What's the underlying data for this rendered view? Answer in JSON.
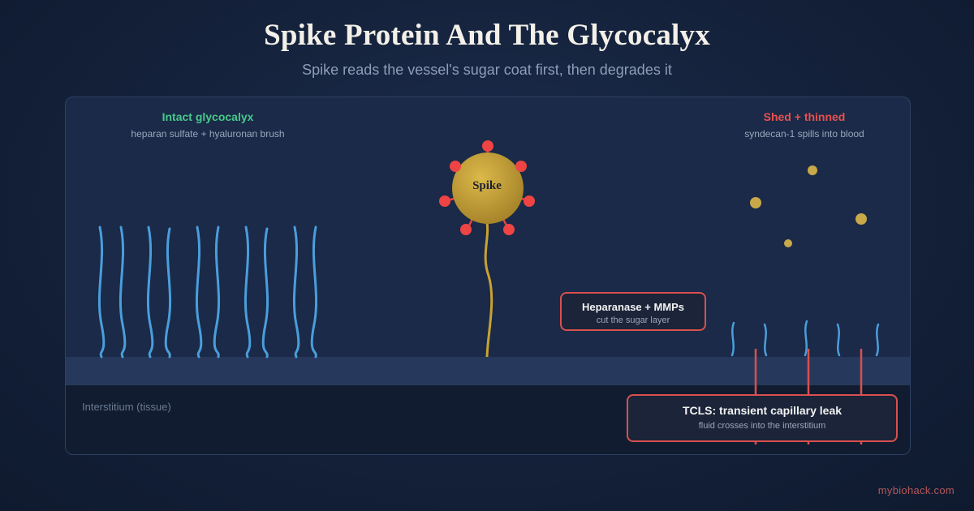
{
  "header": {
    "title": "Spike Protein And The Glycocalyx",
    "subtitle": "Spike reads the vessel's sugar coat first, then degrades it"
  },
  "left_region": {
    "title": "Intact glycocalyx",
    "subtitle": "heparan sulfate + hyaluronan brush"
  },
  "right_region": {
    "title": "Shed + thinned",
    "subtitle": "syndecan-1 spills into blood"
  },
  "spike": {
    "label": "Spike"
  },
  "enzymes": {
    "title": "Heparanase + MMPs",
    "subtitle": "cut the sugar layer"
  },
  "tissue": {
    "label": "Interstitium (tissue)"
  },
  "leak": {
    "title": "TCLS: transient capillary leak",
    "subtitle": "fluid crosses into the interstitium"
  },
  "watermark": "mybiohack.com",
  "colors": {
    "intact_strand": "#4a9edb",
    "spike_body": "#c9a232",
    "spike_tip": "#ee4444",
    "leak_accent": "#d9504f",
    "intact_label": "#47c98a",
    "shed_label": "#e8514f"
  }
}
